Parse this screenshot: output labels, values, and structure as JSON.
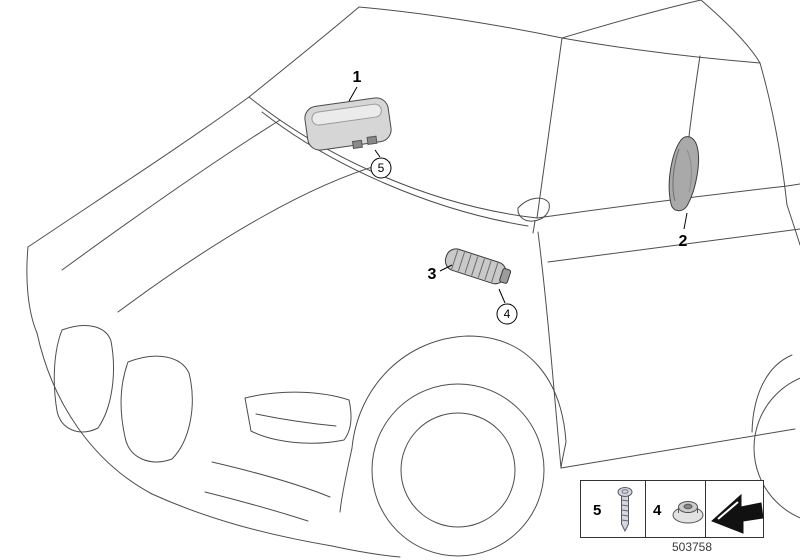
{
  "callouts": {
    "c1": "1",
    "c2": "2",
    "c3": "3",
    "c4": "4",
    "c5": "5"
  },
  "legend": {
    "screw_ref": "5",
    "nut_ref": "4"
  },
  "figure": {
    "drawing_number": "503758"
  }
}
